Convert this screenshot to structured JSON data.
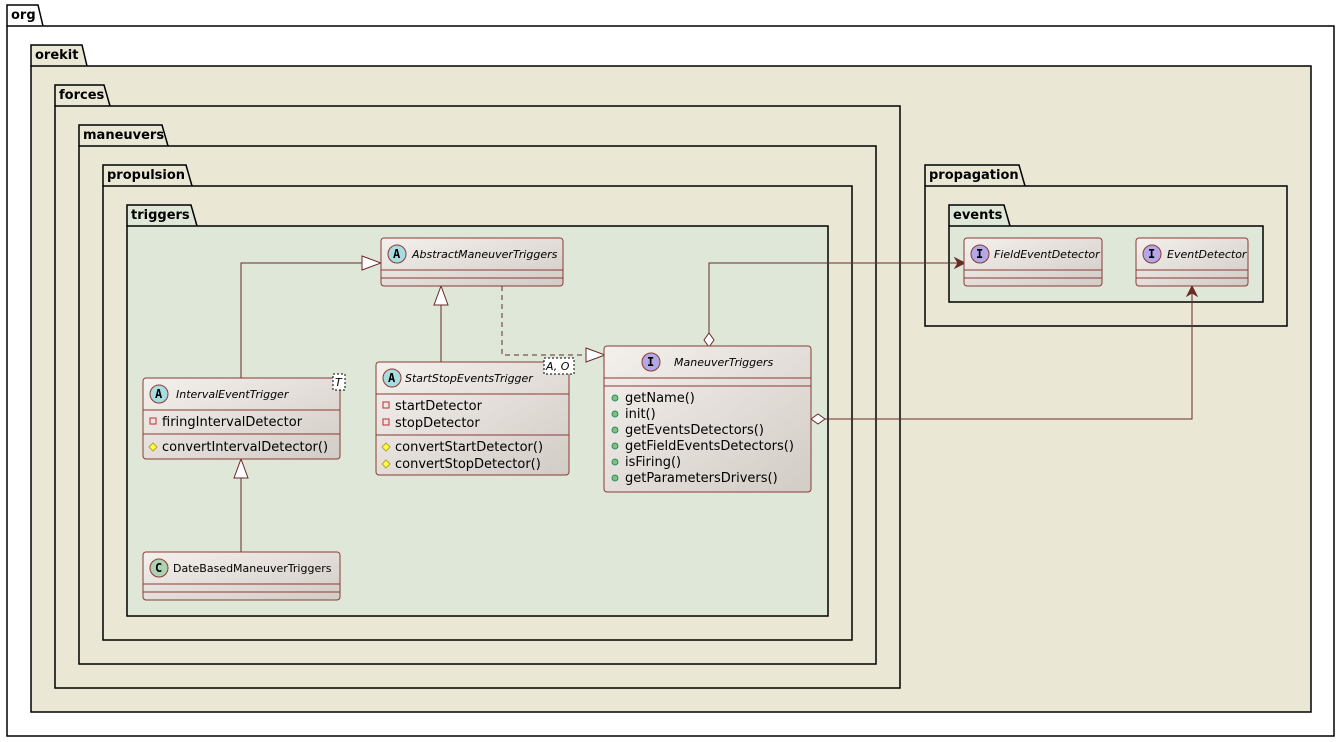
{
  "packages": {
    "org": "org",
    "orekit": "orekit",
    "forces": "forces",
    "maneuvers": "maneuvers",
    "propulsion": "propulsion",
    "triggers": "triggers",
    "propagation": "propagation",
    "events": "events"
  },
  "classes": {
    "abstract_maneuver_triggers": {
      "kind": "A",
      "name": "AbstractManeuverTriggers"
    },
    "interval_event_trigger": {
      "kind": "A",
      "name": "IntervalEventTrigger",
      "generic": "T",
      "fields": [
        "firingIntervalDetector"
      ],
      "methods": [
        "convertIntervalDetector()"
      ]
    },
    "start_stop_events_trigger": {
      "kind": "A",
      "name": "StartStopEventsTrigger",
      "generic": "A, O",
      "fields": [
        "startDetector",
        "stopDetector"
      ],
      "methods": [
        "convertStartDetector()",
        "convertStopDetector()"
      ]
    },
    "maneuver_triggers": {
      "kind": "I",
      "name": "ManeuverTriggers",
      "methods": [
        "getName()",
        "init()",
        "getEventsDetectors()",
        "getFieldEventsDetectors()",
        "isFiring()",
        "getParametersDrivers()"
      ]
    },
    "date_based_maneuver_triggers": {
      "kind": "C",
      "name": "DateBasedManeuverTriggers"
    },
    "field_event_detector": {
      "kind": "I",
      "name": "FieldEventDetector"
    },
    "event_detector": {
      "kind": "I",
      "name": "EventDetector"
    }
  },
  "colors": {
    "package_org": "#ffffff",
    "package_mid": "#eae8d5",
    "package_triggers": "#dfe8d8",
    "class_border": "#8a3a34",
    "class_fill_top": "#f3efeb",
    "class_fill_bottom": "#d5cfca",
    "abstract_badge": "#a9dcdf",
    "interface_badge": "#b4a7e5",
    "class_badge": "#add1b2",
    "edge": "#6a2a26",
    "public_dot": "#84be84",
    "protected_diamond": "#ffff44",
    "private_square": "#c82930"
  }
}
